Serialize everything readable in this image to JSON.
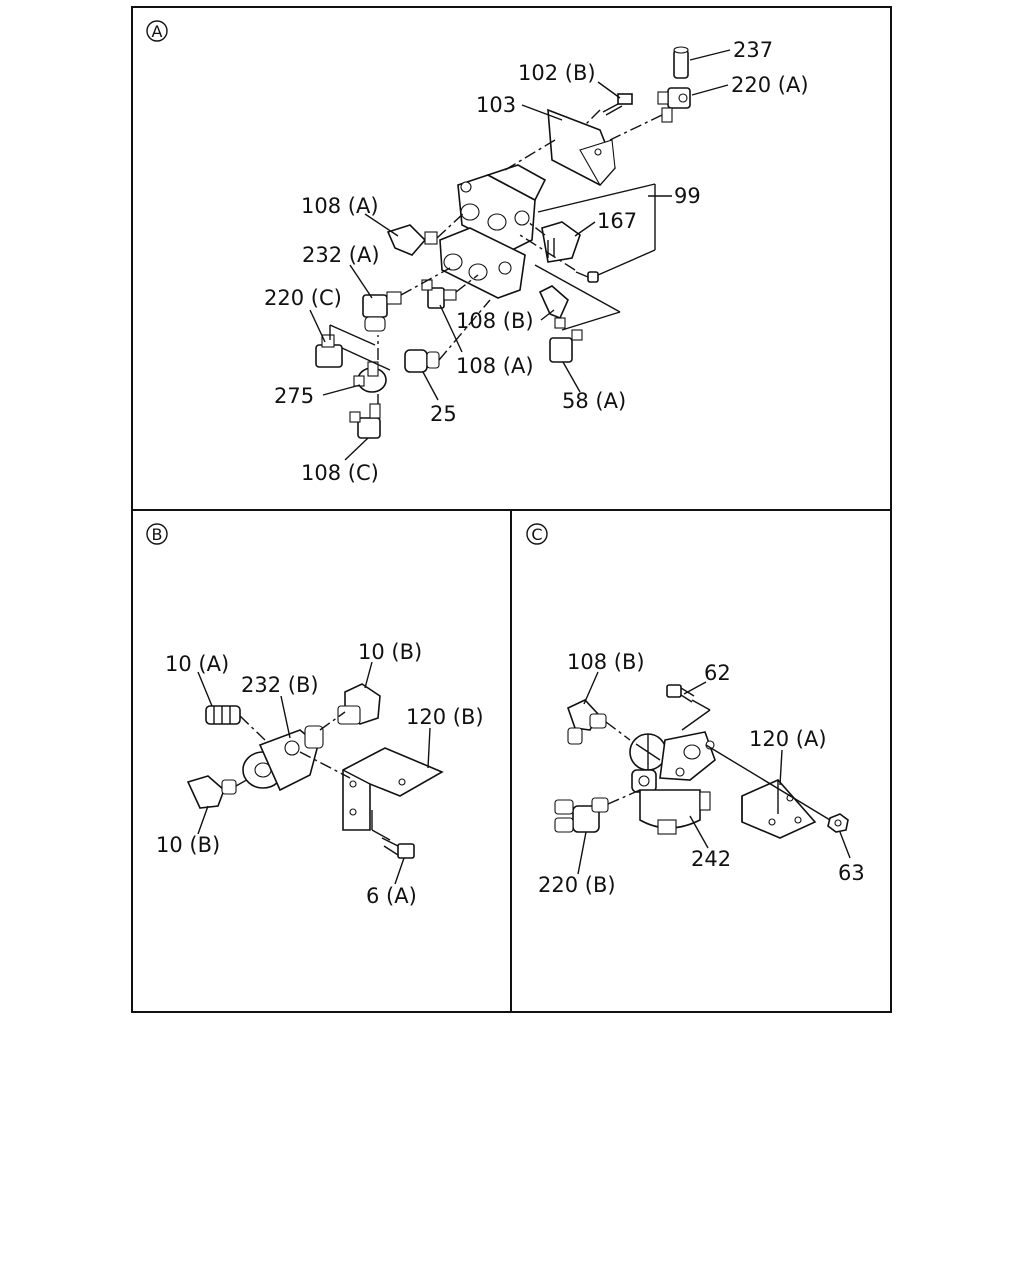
{
  "panels": {
    "a": {
      "marker": "A",
      "labels": {
        "p237": "237",
        "p102b": "102 (B)",
        "p220a": "220 (A)",
        "p103": "103",
        "p99": "99",
        "p108a_top": "108 (A)",
        "p167": "167",
        "p232a": "232 (A)",
        "p220c": "220 (C)",
        "p108b": "108 (B)",
        "p108a_mid": "108 (A)",
        "p275": "275",
        "p25": "25",
        "p58a": "58 (A)",
        "p108c": "108 (C)"
      }
    },
    "b": {
      "marker": "B",
      "labels": {
        "p10b_top": "10 (B)",
        "p10a": "10 (A)",
        "p232b": "232 (B)",
        "p120b": "120 (B)",
        "p10b_bot": "10 (B)",
        "p6a": "6 (A)"
      }
    },
    "c": {
      "marker": "C",
      "labels": {
        "p108b": "108 (B)",
        "p62": "62",
        "p120a": "120 (A)",
        "p242": "242",
        "p220b": "220 (B)",
        "p63": "63"
      }
    }
  }
}
